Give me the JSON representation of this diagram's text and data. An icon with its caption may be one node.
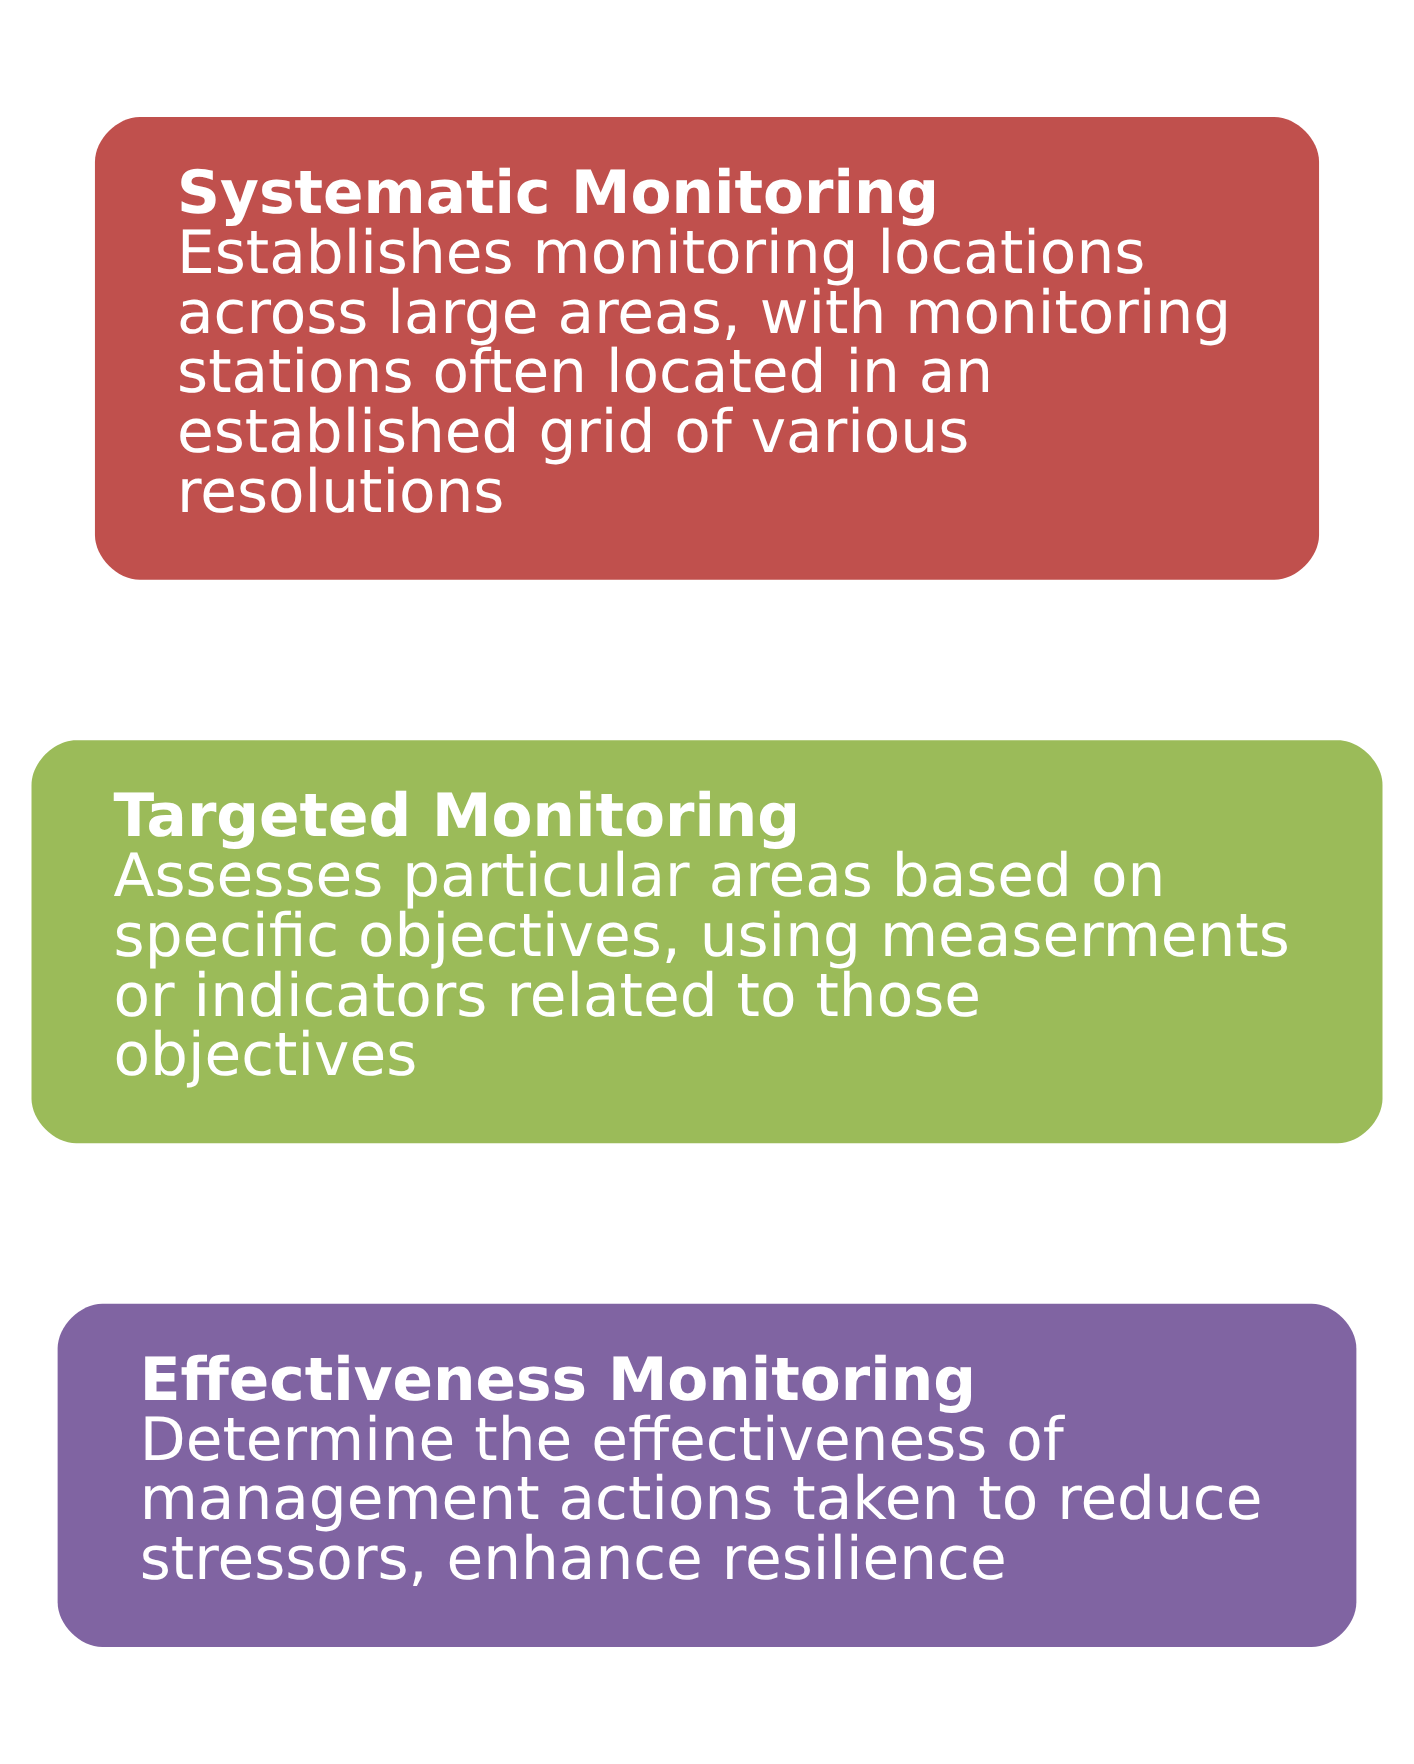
{
  "diagram": {
    "nodes": [
      {
        "text": [
          "Systematic Monitoring",
          "Establishes monitoring locations across large areas, with monitoring stations often located in an established grid of various resolutions"
        ]
      },
      {
        "text": [
          "Targeted Monitoring",
          "Assesses particular areas based on specific objectives, using measerments or indicators related to those objectives"
        ]
      },
      {
        "text": [
          "Effectiveness Monitoring",
          "Determine the effectiveness of management actions taken to reduce stressors, enhance resilience"
        ]
      }
    ]
  }
}
